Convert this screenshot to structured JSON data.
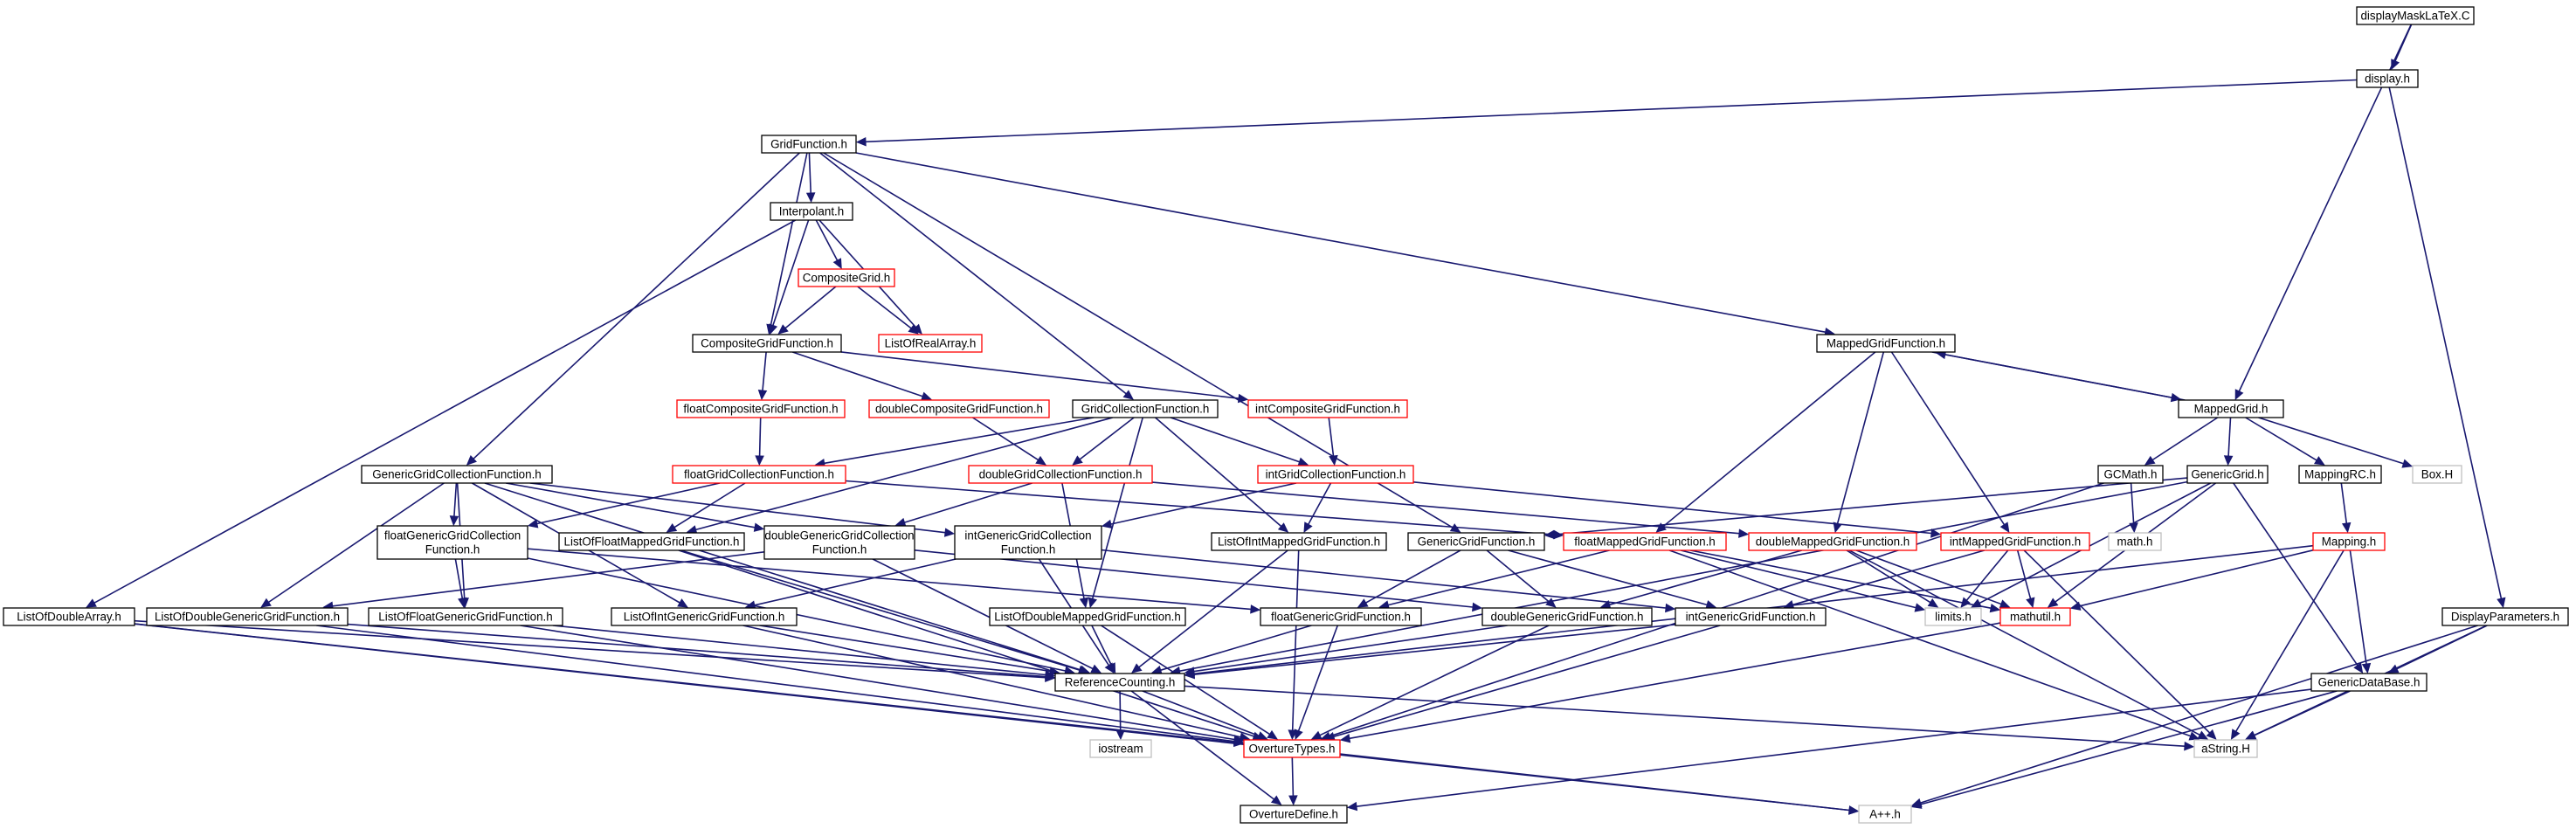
{
  "colors": {
    "edge": "#191970",
    "border_normal": "#000000",
    "border_truncated": "#ff0000",
    "border_external": "#bfbfbf",
    "root_fill": "#bfbfbf",
    "node_fill": "#ffffff",
    "text": "#000000"
  },
  "nodes": [
    {
      "id": "n0",
      "lines": [
        "displayMaskLaTeX.C"
      ],
      "style": "root"
    },
    {
      "id": "n1",
      "lines": [
        "display.h"
      ],
      "style": "normal"
    },
    {
      "id": "n2",
      "lines": [
        "GridFunction.h"
      ],
      "style": "normal"
    },
    {
      "id": "n3",
      "lines": [
        "Interpolant.h"
      ],
      "style": "normal"
    },
    {
      "id": "n4",
      "lines": [
        "CompositeGrid.h"
      ],
      "style": "red"
    },
    {
      "id": "n5",
      "lines": [
        "ListOfRealArray.h"
      ],
      "style": "red"
    },
    {
      "id": "n6",
      "lines": [
        "CompositeGridFunction.h"
      ],
      "style": "normal"
    },
    {
      "id": "n7",
      "lines": [
        "floatCompositeGridFunction.h"
      ],
      "style": "red"
    },
    {
      "id": "n8",
      "lines": [
        "doubleCompositeGridFunction.h"
      ],
      "style": "red"
    },
    {
      "id": "n9",
      "lines": [
        "GridCollectionFunction.h"
      ],
      "style": "normal"
    },
    {
      "id": "n10",
      "lines": [
        "intCompositeGridFunction.h"
      ],
      "style": "red"
    },
    {
      "id": "n11",
      "lines": [
        "MappedGridFunction.h"
      ],
      "style": "normal"
    },
    {
      "id": "n12",
      "lines": [
        "MappedGrid.h"
      ],
      "style": "normal"
    },
    {
      "id": "n13",
      "lines": [
        "GCMath.h"
      ],
      "style": "normal"
    },
    {
      "id": "n14",
      "lines": [
        "GenericGrid.h"
      ],
      "style": "normal"
    },
    {
      "id": "n15",
      "lines": [
        "MappingRC.h"
      ],
      "style": "normal"
    },
    {
      "id": "n16",
      "lines": [
        "Box.H"
      ],
      "style": "gray"
    },
    {
      "id": "n17",
      "lines": [
        "math.h"
      ],
      "style": "gray"
    },
    {
      "id": "n18",
      "lines": [
        "Mapping.h"
      ],
      "style": "red"
    },
    {
      "id": "n19",
      "lines": [
        "GenericGridCollectionFunction.h"
      ],
      "style": "normal"
    },
    {
      "id": "n20",
      "lines": [
        "floatGridCollectionFunction.h"
      ],
      "style": "red"
    },
    {
      "id": "n21",
      "lines": [
        "doubleGridCollectionFunction.h"
      ],
      "style": "red"
    },
    {
      "id": "n22",
      "lines": [
        "intGridCollectionFunction.h"
      ],
      "style": "red"
    },
    {
      "id": "n23",
      "lines": [
        "floatGenericGridCollection",
        "Function.h"
      ],
      "style": "normal"
    },
    {
      "id": "n24",
      "lines": [
        "ListOfFloatMappedGridFunction.h"
      ],
      "style": "normal"
    },
    {
      "id": "n25",
      "lines": [
        "doubleGenericGridCollection",
        "Function.h"
      ],
      "style": "normal"
    },
    {
      "id": "n26",
      "lines": [
        "intGenericGridCollection",
        "Function.h"
      ],
      "style": "normal"
    },
    {
      "id": "n27",
      "lines": [
        "ListOfIntMappedGridFunction.h"
      ],
      "style": "normal"
    },
    {
      "id": "n28",
      "lines": [
        "GenericGridFunction.h"
      ],
      "style": "normal"
    },
    {
      "id": "n29",
      "lines": [
        "floatMappedGridFunction.h"
      ],
      "style": "red"
    },
    {
      "id": "n30",
      "lines": [
        "doubleMappedGridFunction.h"
      ],
      "style": "red"
    },
    {
      "id": "n31",
      "lines": [
        "intMappedGridFunction.h"
      ],
      "style": "red"
    },
    {
      "id": "n32",
      "lines": [
        "ListOfDoubleArray.h"
      ],
      "style": "normal"
    },
    {
      "id": "n33",
      "lines": [
        "ListOfDoubleGenericGridFunction.h"
      ],
      "style": "normal"
    },
    {
      "id": "n34",
      "lines": [
        "ListOfFloatGenericGridFunction.h"
      ],
      "style": "normal"
    },
    {
      "id": "n35",
      "lines": [
        "ListOfIntGenericGridFunction.h"
      ],
      "style": "normal"
    },
    {
      "id": "n36",
      "lines": [
        "ListOfDoubleMappedGridFunction.h"
      ],
      "style": "normal"
    },
    {
      "id": "n37",
      "lines": [
        "floatGenericGridFunction.h"
      ],
      "style": "normal"
    },
    {
      "id": "n38",
      "lines": [
        "doubleGenericGridFunction.h"
      ],
      "style": "normal"
    },
    {
      "id": "n39",
      "lines": [
        "intGenericGridFunction.h"
      ],
      "style": "normal"
    },
    {
      "id": "n40",
      "lines": [
        "limits.h"
      ],
      "style": "gray"
    },
    {
      "id": "n41",
      "lines": [
        "mathutil.h"
      ],
      "style": "red"
    },
    {
      "id": "n42",
      "lines": [
        "DisplayParameters.h"
      ],
      "style": "normal"
    },
    {
      "id": "n43",
      "lines": [
        "GenericDataBase.h"
      ],
      "style": "normal"
    },
    {
      "id": "n44",
      "lines": [
        "ReferenceCounting.h"
      ],
      "style": "normal"
    },
    {
      "id": "n45",
      "lines": [
        "iostream"
      ],
      "style": "gray"
    },
    {
      "id": "n46",
      "lines": [
        "OvertureTypes.h"
      ],
      "style": "red"
    },
    {
      "id": "n47",
      "lines": [
        "aString.H"
      ],
      "style": "gray"
    },
    {
      "id": "n48",
      "lines": [
        "OvertureDefine.h"
      ],
      "style": "normal"
    },
    {
      "id": "n49",
      "lines": [
        "A++.h"
      ],
      "style": "gray"
    }
  ],
  "edges": [
    [
      "n0",
      "n1"
    ],
    [
      "n0",
      "n12"
    ],
    [
      "n1",
      "n2"
    ],
    [
      "n1",
      "n42"
    ],
    [
      "n2",
      "n3"
    ],
    [
      "n2",
      "n6"
    ],
    [
      "n2",
      "n9"
    ],
    [
      "n2",
      "n11"
    ],
    [
      "n2",
      "n19"
    ],
    [
      "n2",
      "n28"
    ],
    [
      "n3",
      "n4"
    ],
    [
      "n3",
      "n5"
    ],
    [
      "n3",
      "n6"
    ],
    [
      "n3",
      "n32"
    ],
    [
      "n4",
      "n5"
    ],
    [
      "n4",
      "n6"
    ],
    [
      "n6",
      "n7"
    ],
    [
      "n6",
      "n8"
    ],
    [
      "n6",
      "n10"
    ],
    [
      "n7",
      "n20"
    ],
    [
      "n8",
      "n21"
    ],
    [
      "n10",
      "n22"
    ],
    [
      "n9",
      "n20"
    ],
    [
      "n9",
      "n21"
    ],
    [
      "n9",
      "n22"
    ],
    [
      "n9",
      "n24"
    ],
    [
      "n9",
      "n27"
    ],
    [
      "n9",
      "n36"
    ],
    [
      "n11",
      "n12"
    ],
    [
      "n11",
      "n29"
    ],
    [
      "n11",
      "n30"
    ],
    [
      "n11",
      "n31"
    ],
    [
      "n12",
      "n11"
    ],
    [
      "n12",
      "n13"
    ],
    [
      "n12",
      "n14"
    ],
    [
      "n12",
      "n15"
    ],
    [
      "n12",
      "n16"
    ],
    [
      "n13",
      "n17"
    ],
    [
      "n13",
      "n46"
    ],
    [
      "n14",
      "n28"
    ],
    [
      "n14",
      "n41"
    ],
    [
      "n14",
      "n43"
    ],
    [
      "n14",
      "n44"
    ],
    [
      "n14",
      "n40"
    ],
    [
      "n15",
      "n18"
    ],
    [
      "n18",
      "n43"
    ],
    [
      "n18",
      "n44"
    ],
    [
      "n18",
      "n47"
    ],
    [
      "n18",
      "n41"
    ],
    [
      "n19",
      "n23"
    ],
    [
      "n19",
      "n25"
    ],
    [
      "n19",
      "n26"
    ],
    [
      "n19",
      "n33"
    ],
    [
      "n19",
      "n34"
    ],
    [
      "n19",
      "n35"
    ],
    [
      "n19",
      "n44"
    ],
    [
      "n20",
      "n23"
    ],
    [
      "n20",
      "n24"
    ],
    [
      "n20",
      "n29"
    ],
    [
      "n21",
      "n25"
    ],
    [
      "n21",
      "n36"
    ],
    [
      "n21",
      "n30"
    ],
    [
      "n22",
      "n26"
    ],
    [
      "n22",
      "n27"
    ],
    [
      "n22",
      "n31"
    ],
    [
      "n23",
      "n34"
    ],
    [
      "n23",
      "n37"
    ],
    [
      "n23",
      "n44"
    ],
    [
      "n24",
      "n44"
    ],
    [
      "n24",
      "n46"
    ],
    [
      "n25",
      "n33"
    ],
    [
      "n25",
      "n38"
    ],
    [
      "n25",
      "n44"
    ],
    [
      "n26",
      "n35"
    ],
    [
      "n26",
      "n39"
    ],
    [
      "n26",
      "n44"
    ],
    [
      "n27",
      "n44"
    ],
    [
      "n27",
      "n46"
    ],
    [
      "n28",
      "n37"
    ],
    [
      "n28",
      "n38"
    ],
    [
      "n28",
      "n39"
    ],
    [
      "n29",
      "n37"
    ],
    [
      "n29",
      "n40"
    ],
    [
      "n29",
      "n41"
    ],
    [
      "n29",
      "n47"
    ],
    [
      "n30",
      "n38"
    ],
    [
      "n30",
      "n40"
    ],
    [
      "n30",
      "n41"
    ],
    [
      "n30",
      "n47"
    ],
    [
      "n31",
      "n39"
    ],
    [
      "n31",
      "n40"
    ],
    [
      "n31",
      "n41"
    ],
    [
      "n31",
      "n47"
    ],
    [
      "n32",
      "n44"
    ],
    [
      "n32",
      "n46"
    ],
    [
      "n32",
      "n49"
    ],
    [
      "n33",
      "n44"
    ],
    [
      "n33",
      "n46"
    ],
    [
      "n34",
      "n44"
    ],
    [
      "n34",
      "n46"
    ],
    [
      "n35",
      "n44"
    ],
    [
      "n35",
      "n46"
    ],
    [
      "n36",
      "n44"
    ],
    [
      "n36",
      "n46"
    ],
    [
      "n37",
      "n44"
    ],
    [
      "n37",
      "n46"
    ],
    [
      "n38",
      "n44"
    ],
    [
      "n38",
      "n46"
    ],
    [
      "n39",
      "n44"
    ],
    [
      "n39",
      "n46"
    ],
    [
      "n41",
      "n46"
    ],
    [
      "n42",
      "n43"
    ],
    [
      "n42",
      "n47"
    ],
    [
      "n42",
      "n49"
    ],
    [
      "n43",
      "n47"
    ],
    [
      "n43",
      "n48"
    ],
    [
      "n43",
      "n49"
    ],
    [
      "n44",
      "n45"
    ],
    [
      "n44",
      "n46"
    ],
    [
      "n44",
      "n47"
    ],
    [
      "n44",
      "n48"
    ],
    [
      "n46",
      "n48"
    ],
    [
      "n46",
      "n49"
    ]
  ]
}
